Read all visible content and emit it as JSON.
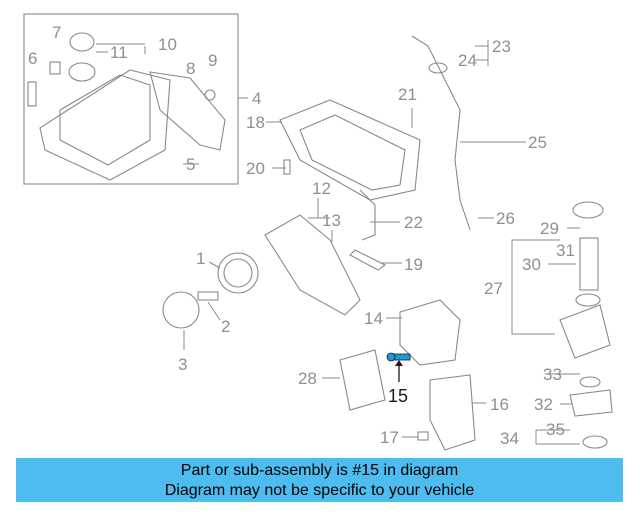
{
  "diagram": {
    "highlighted_part": "15",
    "callouts": [
      "1",
      "2",
      "3",
      "4",
      "5",
      "6",
      "7",
      "8",
      "9",
      "10",
      "11",
      "12",
      "13",
      "14",
      "15",
      "16",
      "17",
      "18",
      "19",
      "20",
      "21",
      "22",
      "23",
      "24",
      "25",
      "26",
      "27",
      "28",
      "29",
      "30",
      "31",
      "32",
      "33",
      "34",
      "35"
    ],
    "colors": {
      "highlight": "#1a9bd8",
      "part_line": "#8a8a8a",
      "banner": "#4dbdf0"
    }
  },
  "banner": {
    "line1": "Part or sub-assembly is #15 in diagram",
    "line2": "Diagram may not be specific to your vehicle"
  }
}
